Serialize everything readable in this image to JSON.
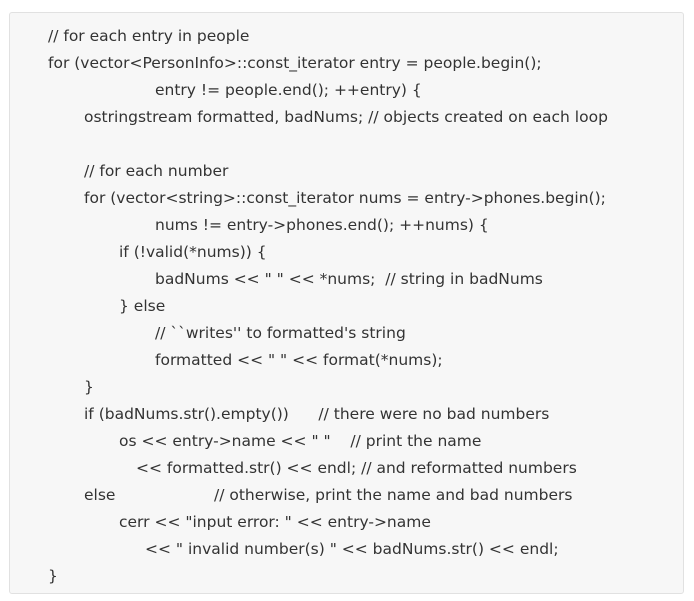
{
  "code": {
    "lines": [
      "// for each entry in people",
      "for (vector<PersonInfo>::const_iterator entry = people.begin();",
      "entry != people.end(); ++entry) {",
      "ostringstream formatted, badNums; // objects created on each loop",
      "// for each number",
      "for (vector<string>::const_iterator nums = entry->phones.begin();",
      "nums != entry->phones.end(); ++nums) {",
      "if (!valid(*nums)) {",
      "badNums << \" \" << *nums;  // string in badNums",
      "} else",
      "// ``writes'' to formatted's string",
      "formatted << \" \" << format(*nums);",
      "}",
      "if (badNums.str().empty())      // there were no bad numbers",
      "os << entry->name << \" \"    // print the name",
      "<< formatted.str() << endl; // and reformatted numbers",
      "else                    // otherwise, print the name and bad numbers",
      "cerr << \"input error: \" << entry->name",
      "<< \" invalid number(s) \" << badNums.str() << endl;",
      "}"
    ]
  }
}
